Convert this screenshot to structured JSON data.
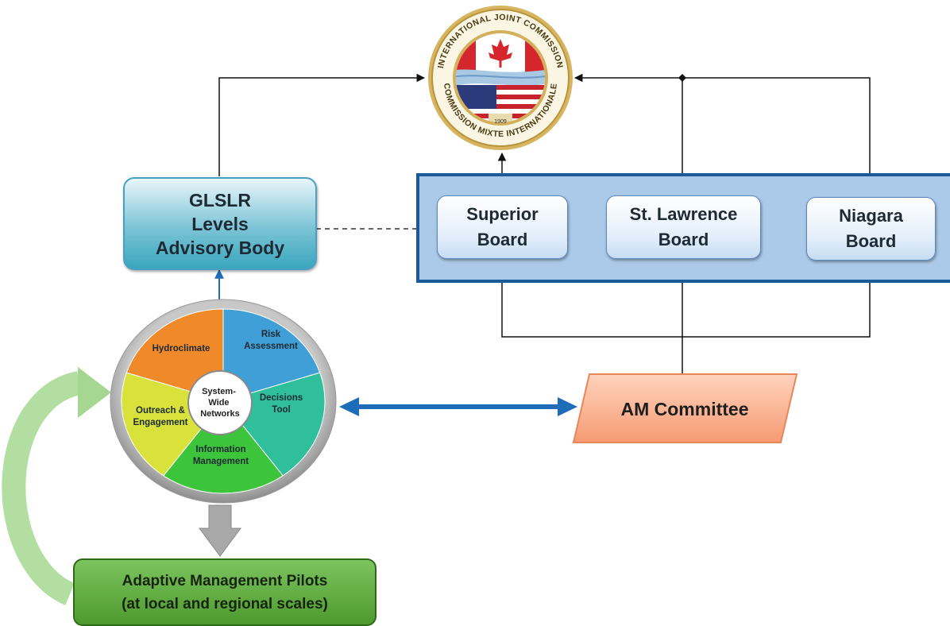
{
  "seal": {
    "ring_text_en": "INTERNATIONAL JOINT COMMISSION",
    "ring_text_fr": "COMMISSION MIXTE INTERNATIONALE",
    "year": "1909"
  },
  "advisory_body": {
    "line1": "GLSLR",
    "line2": "Levels",
    "line3": "Advisory Body"
  },
  "boards": [
    {
      "line1": "Superior",
      "line2": "Board"
    },
    {
      "line1": "St. Lawrence",
      "line2": "Board"
    },
    {
      "line1": "Niagara",
      "line2": "Board"
    }
  ],
  "am_committee": "AM Committee",
  "wheel": {
    "center": [
      "System-",
      "Wide",
      "Networks"
    ],
    "segments": [
      {
        "lines": [
          "Hydroclimate"
        ],
        "color": "#f0892a"
      },
      {
        "lines": [
          "Risk",
          "Assessment"
        ],
        "color": "#3f9fd6"
      },
      {
        "lines": [
          "Decisions",
          "Tool"
        ],
        "color": "#2fbf9a"
      },
      {
        "lines": [
          "Information",
          "Management"
        ],
        "color": "#3cc43a"
      },
      {
        "lines": [
          "Outreach &",
          "Engagement"
        ],
        "color": "#d8e23a"
      }
    ]
  },
  "pilots": {
    "line1": "Adaptive Management Pilots",
    "line2": "(at local and regional scales)"
  }
}
